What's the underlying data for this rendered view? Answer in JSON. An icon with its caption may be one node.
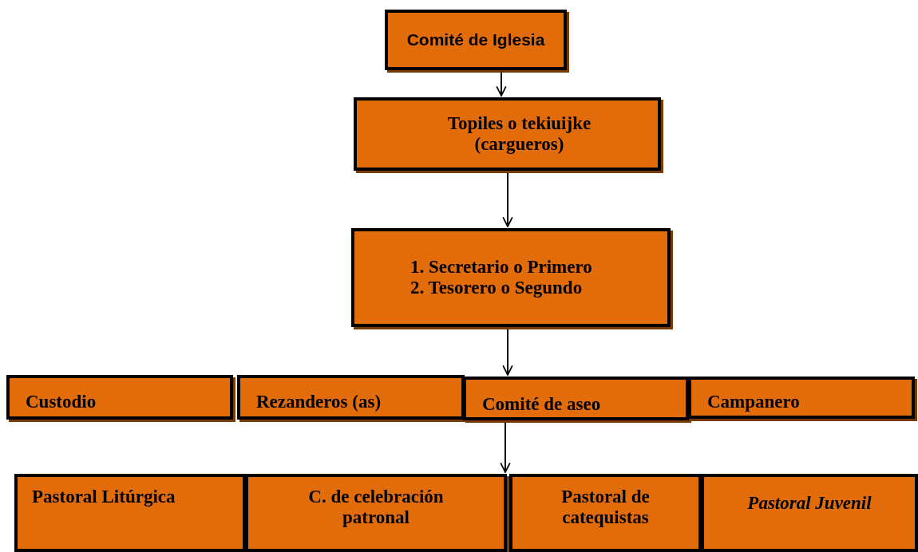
{
  "diagram": {
    "nodes": [
      {
        "text": [
          "Comité de Iglesia"
        ]
      },
      {
        "text": [
          "Topiles o tekiuijke (cargueros)"
        ]
      },
      {
        "text": [
          "1. Secretario o Primero",
          "2. Tesorero o Segundo"
        ]
      },
      {
        "text": [
          "Custodio"
        ]
      },
      {
        "text": [
          "Rezanderos (as)"
        ]
      },
      {
        "text": [
          "Comité de aseo"
        ]
      },
      {
        "text": [
          "Campanero"
        ]
      },
      {
        "text": [
          "Pastoral Litúrgica"
        ]
      },
      {
        "text": [
          "C. de celebración patronal"
        ]
      },
      {
        "text": [
          "Pastoral de catequistas"
        ]
      },
      {
        "text": [
          "Pastoral Juvenil"
        ]
      }
    ],
    "edges": [
      {
        "from": 0,
        "to": 1,
        "arrow": "to"
      },
      {
        "from": 1,
        "to": 2,
        "arrow": "to"
      },
      {
        "from": 2,
        "to": 5,
        "arrow": "to"
      },
      {
        "from": 5,
        "to": 9,
        "arrow": "to"
      }
    ]
  }
}
